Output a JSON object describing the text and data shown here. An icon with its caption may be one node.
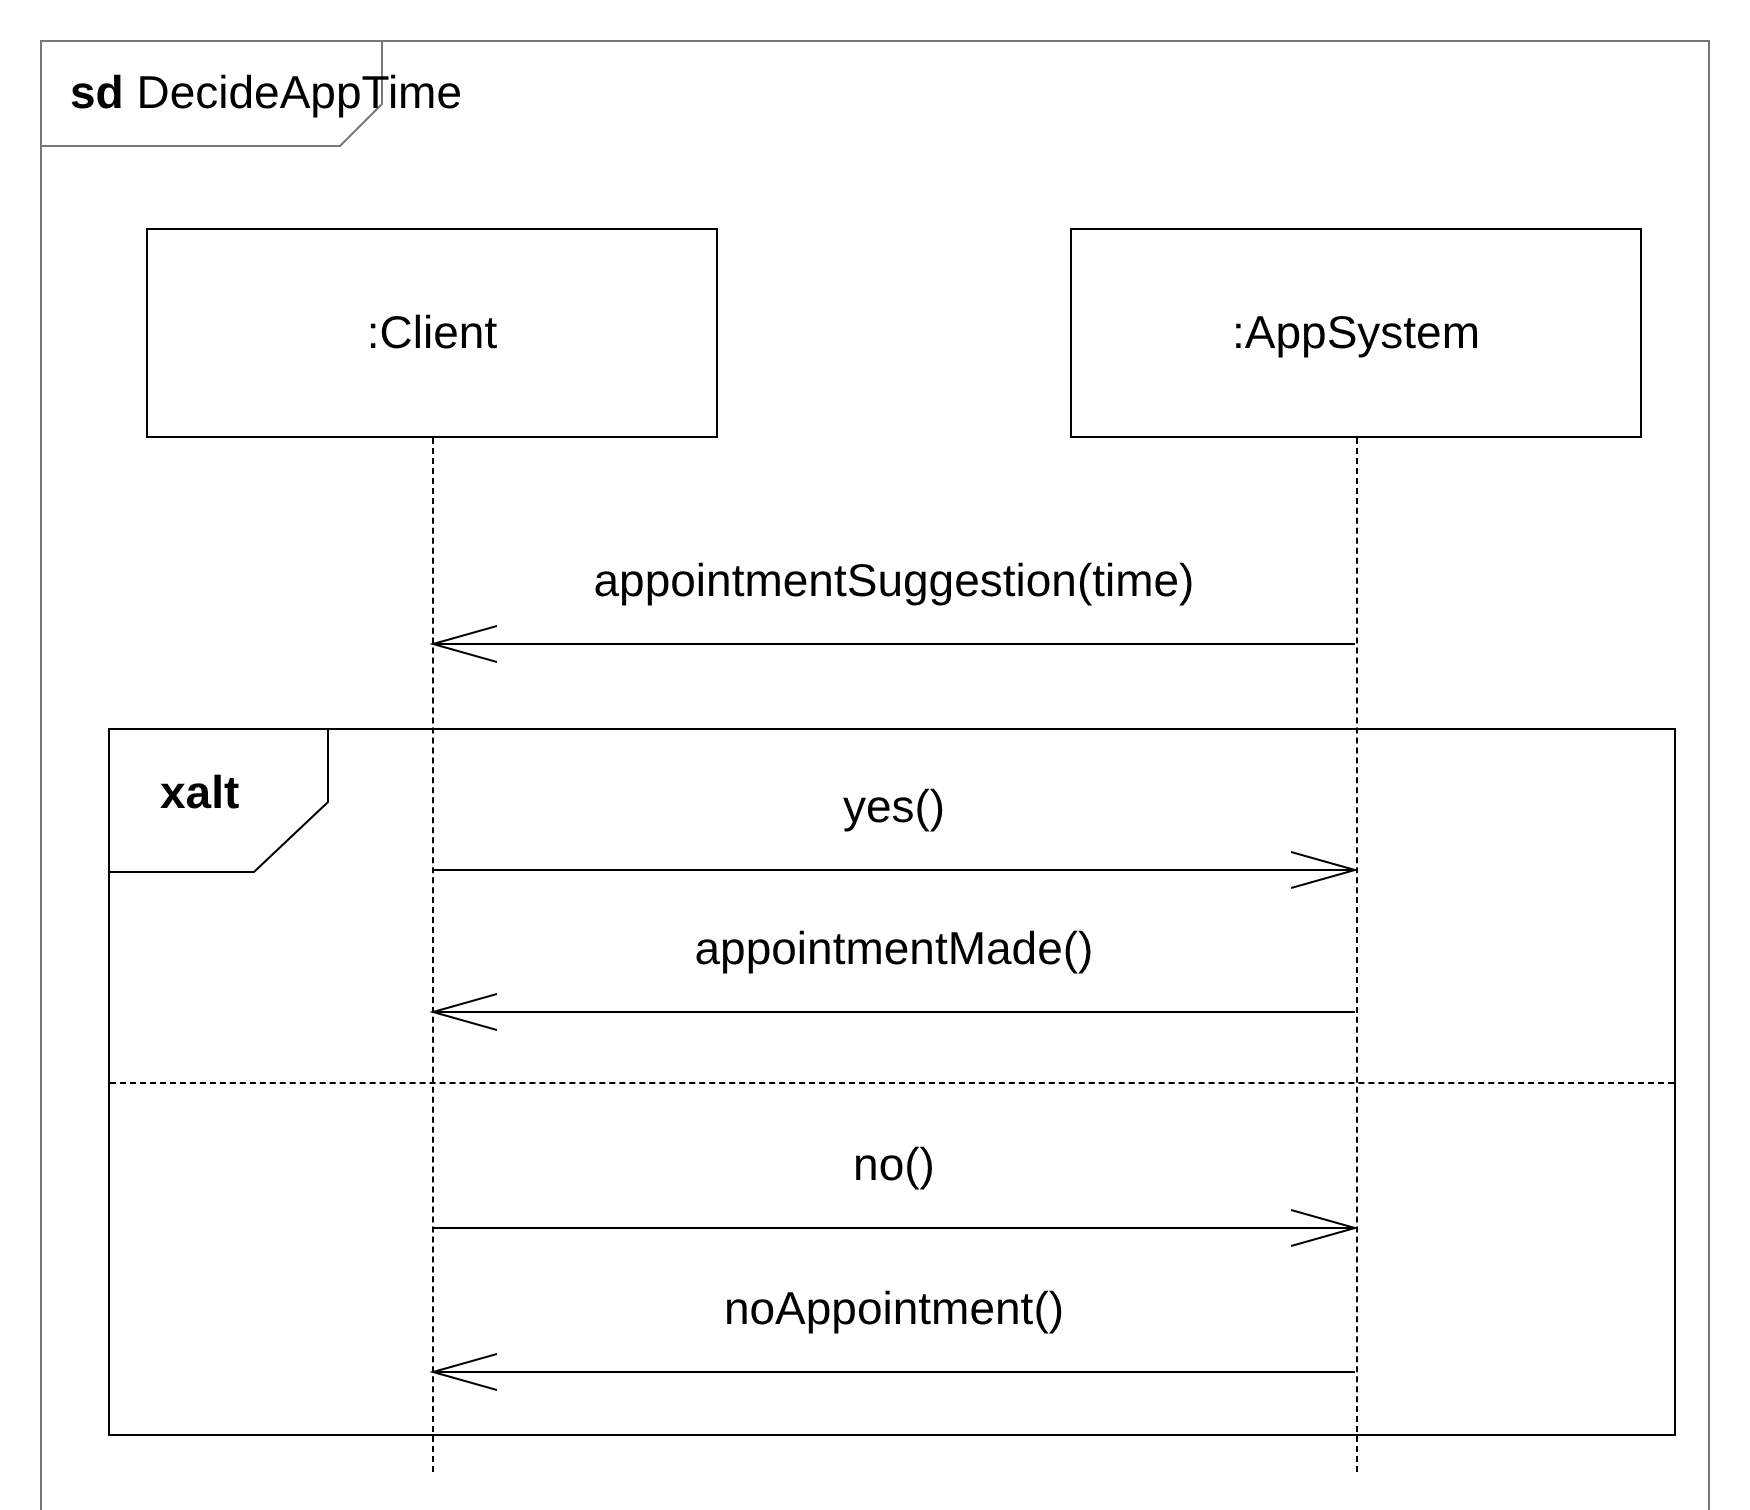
{
  "diagram": {
    "nodes": [
      {
        "text": [
          "**sd** DecideAppTime"
        ]
      },
      {
        "text": [
          ":Client"
        ],
        "in": 0
      },
      {
        "text": [
          ":AppSystem"
        ],
        "in": 0
      },
      {
        "text": [],
        "shape": "line",
        "in": 0
      },
      {
        "text": [],
        "shape": "line",
        "in": 0
      },
      {
        "text": [
          "xalt"
        ],
        "in": 0
      }
    ],
    "edges": [
      {
        "from": 4,
        "to": 3,
        "arrow": "to",
        "label": "appointmentSuggestion(time)"
      },
      {
        "from": 3,
        "to": 4,
        "arrow": "to",
        "label": "yes()"
      },
      {
        "from": 4,
        "to": 3,
        "arrow": "to",
        "label": "appointmentMade()"
      },
      {
        "from": 3,
        "to": 4,
        "arrow": "to",
        "label": "no()"
      },
      {
        "from": 4,
        "to": 3,
        "arrow": "to",
        "label": "noAppointment()"
      }
    ]
  }
}
